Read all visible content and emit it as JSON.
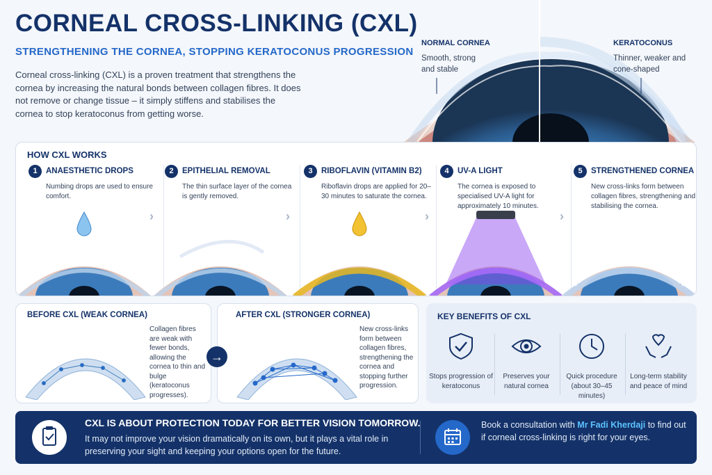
{
  "header": {
    "title": "CORNEAL CROSS-LINKING (CXL)",
    "subtitle": "STRENGTHENING THE CORNEA, STOPPING KERATOCONUS PROGRESSION",
    "intro": "Corneal cross-linking (CXL) is a proven treatment that strengthens the cornea by increasing the natural bonds between collagen fibres. It does not remove or change tissue – it simply stiffens and stabilises the cornea to stop keratoconus from getting worse."
  },
  "hero": {
    "normal_label": "NORMAL CORNEA",
    "normal_desc": "Smooth, strong and stable",
    "kerato_label": "KERATOCONUS",
    "kerato_desc": "Thinner, weaker and cone-shaped"
  },
  "how": {
    "title": "HOW CXL WORKS",
    "steps": [
      {
        "num": "1",
        "title": "ANAESTHETIC DROPS",
        "desc": "Numbing drops are used to ensure comfort.",
        "art": "drop-icon"
      },
      {
        "num": "2",
        "title": "EPITHELIAL REMOVAL",
        "desc": "The thin surface layer of the cornea is gently removed.",
        "art": "eye-icon"
      },
      {
        "num": "3",
        "title": "RIBOFLAVIN (VITAMIN B2)",
        "desc": "Riboflavin drops are applied for 20–30 minutes to saturate the cornea.",
        "art": "riboflavin-drop-icon"
      },
      {
        "num": "4",
        "title": "UV-A LIGHT",
        "desc": "The cornea is exposed to specialised UV-A light for approximately 10 minutes.",
        "art": "uv-lamp-icon"
      },
      {
        "num": "5",
        "title": "STRENGTHENED CORNEA",
        "desc": "New cross-links form between collagen fibres, strengthening and stabilising the cornea.",
        "art": "eye-icon"
      }
    ]
  },
  "before": {
    "title": "BEFORE CXL (WEAK CORNEA)",
    "desc": "Collagen fibres are weak with fewer bonds, allowing the cornea to thin and bulge (keratoconus progresses)."
  },
  "after": {
    "title": "AFTER CXL (STRONGER CORNEA)",
    "desc": "New cross-links form between collagen fibres, strengthening the cornea and stopping further progression."
  },
  "benefits": {
    "title": "KEY BENEFITS OF CXL",
    "items": [
      {
        "icon": "shield-check-icon",
        "label": "Stops progression of keratoconus"
      },
      {
        "icon": "eye-icon",
        "label": "Preserves your natural cornea"
      },
      {
        "icon": "clock-icon",
        "label": "Quick procedure (about 30–45 minutes)"
      },
      {
        "icon": "heart-hands-icon",
        "label": "Long-term stability and peace of mind"
      }
    ]
  },
  "banner": {
    "headline": "CXL IS ABOUT PROTECTION TODAY FOR BETTER VISION TOMORROW.",
    "body": "It may not improve your vision dramatically on its own, but it plays a vital role in preserving your sight and keeping your options open for the future.",
    "cta_pre": "Book a consultation with ",
    "cta_name": "Mr Fadi Kherdaji",
    "cta_post": " to find out if corneal cross-linking is right for your eyes."
  },
  "colors": {
    "navy": "#143269",
    "accent_blue": "#2468c9",
    "highlight": "#5cc2ff",
    "uv_purple": "#8a3df0",
    "riboflavin_yellow": "#e8b820"
  }
}
